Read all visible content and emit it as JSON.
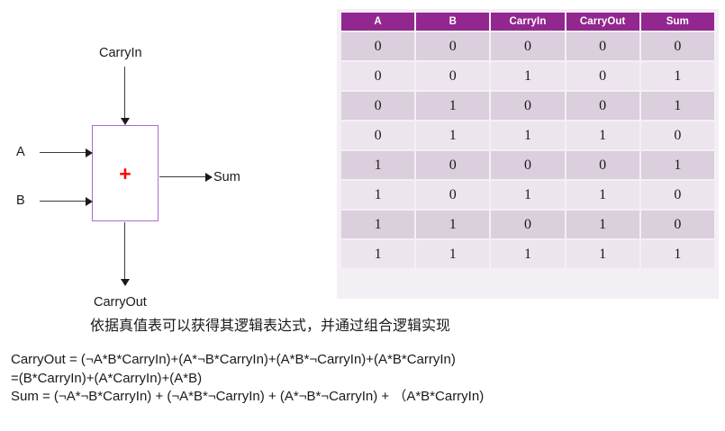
{
  "diagram": {
    "block_symbol": "+",
    "block_border_color": "#ad6ad6",
    "symbol_color": "#ff0000",
    "labels": {
      "carry_in": "CarryIn",
      "input_a": "A",
      "input_b": "B",
      "sum": "Sum",
      "carry_out": "CarryOut"
    }
  },
  "truth_table": {
    "header_color": "#92278f",
    "row_dark_color": "#dbcedd",
    "row_light_color": "#ece5ee",
    "columns": [
      "A",
      "B",
      "CarryIn",
      "CarryOut",
      "Sum"
    ],
    "rows": [
      [
        "0",
        "0",
        "0",
        "0",
        "0"
      ],
      [
        "0",
        "0",
        "1",
        "0",
        "1"
      ],
      [
        "0",
        "1",
        "0",
        "0",
        "1"
      ],
      [
        "0",
        "1",
        "1",
        "1",
        "0"
      ],
      [
        "1",
        "0",
        "0",
        "0",
        "1"
      ],
      [
        "1",
        "0",
        "1",
        "1",
        "0"
      ],
      [
        "1",
        "1",
        "0",
        "1",
        "0"
      ],
      [
        "1",
        "1",
        "1",
        "1",
        "1"
      ]
    ]
  },
  "caption": "依据真值表可以获得其逻辑表达式，并通过组合逻辑实现",
  "formulas": {
    "carryout_full": "CarryOut = (¬A*B*CarryIn)+(A*¬B*CarryIn)+(A*B*¬CarryIn)+(A*B*CarryIn)",
    "carryout_simplified": "=(B*CarryIn)+(A*CarryIn)+(A*B)",
    "sum": "Sum = (¬A*¬B*CarryIn) + (¬A*B*¬CarryIn) + (A*¬B*¬CarryIn) + （A*B*CarryIn)"
  }
}
